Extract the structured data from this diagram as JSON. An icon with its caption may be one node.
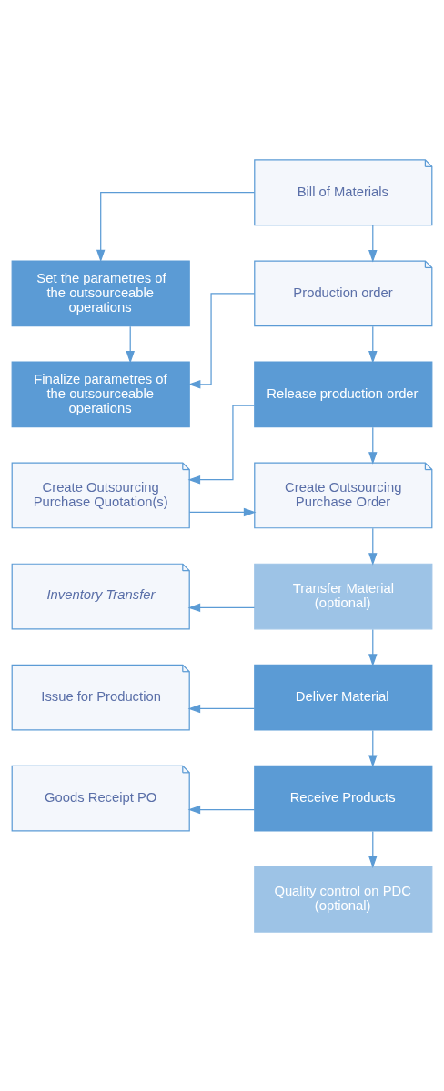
{
  "diagram": {
    "nodes": [
      {
        "text": [
          "Bill of Materials"
        ]
      },
      {
        "text": [
          "Set the parametres of the outsourceable operations"
        ]
      },
      {
        "text": [
          "Production order"
        ]
      },
      {
        "text": [
          "Finalize parametres of the outsourceable operations"
        ]
      },
      {
        "text": [
          "Release production order"
        ]
      },
      {
        "text": [
          "Create Outsourcing Purchase Quotation(s)"
        ]
      },
      {
        "text": [
          "Create Outsourcing Purchase Order"
        ]
      },
      {
        "text": [
          "Inventory Transfer"
        ]
      },
      {
        "text": [
          "Transfer Material (optional)"
        ]
      },
      {
        "text": [
          "Issue for Production"
        ]
      },
      {
        "text": [
          "Deliver Material"
        ]
      },
      {
        "text": [
          "Goods Receipt PO"
        ]
      },
      {
        "text": [
          "Receive Products"
        ]
      },
      {
        "text": [
          "Quality control on PDC (optional)"
        ]
      }
    ],
    "edges": [
      {
        "from": 0,
        "to": 1,
        "arrow": "to"
      },
      {
        "from": 0,
        "to": 2,
        "arrow": "to"
      },
      {
        "from": 1,
        "to": 3,
        "arrow": "to"
      },
      {
        "from": 2,
        "to": 3,
        "arrow": "to"
      },
      {
        "from": 2,
        "to": 4,
        "arrow": "to"
      },
      {
        "from": 4,
        "to": 5,
        "arrow": "to"
      },
      {
        "from": 4,
        "to": 6,
        "arrow": "to"
      },
      {
        "from": 5,
        "to": 6,
        "arrow": "to"
      },
      {
        "from": 6,
        "to": 8,
        "arrow": "to"
      },
      {
        "from": 8,
        "to": 7,
        "arrow": "to"
      },
      {
        "from": 8,
        "to": 10,
        "arrow": "to"
      },
      {
        "from": 10,
        "to": 9,
        "arrow": "to"
      },
      {
        "from": 10,
        "to": 12,
        "arrow": "to"
      },
      {
        "from": 12,
        "to": 11,
        "arrow": "to"
      },
      {
        "from": 12,
        "to": 13,
        "arrow": "to"
      }
    ]
  }
}
